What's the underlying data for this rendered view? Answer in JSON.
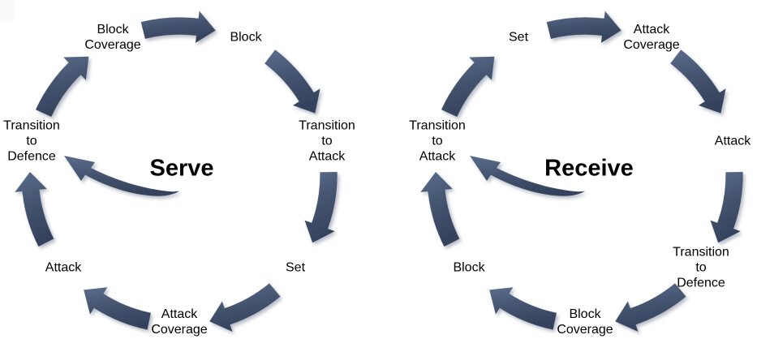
{
  "figure": {
    "background_color": "#ffffff",
    "arrow_gradient_light": "#5b6d8e",
    "arrow_gradient_dark": "#35425d",
    "arrow_outline": "#394a66",
    "text_color": "#000000"
  },
  "diagrams": [
    {
      "title": "Serve",
      "stages": [
        {
          "label": "Block Coverage",
          "lines": [
            "Block",
            "Coverage"
          ]
        },
        {
          "label": "Block",
          "lines": [
            "Block"
          ]
        },
        {
          "label": "Transition to Attack",
          "lines": [
            "Transition",
            "to",
            "Attack"
          ]
        },
        {
          "label": "Set",
          "lines": [
            "Set"
          ]
        },
        {
          "label": "Attack Coverage",
          "lines": [
            "Attack",
            "Coverage"
          ]
        },
        {
          "label": "Attack",
          "lines": [
            "Attack"
          ]
        },
        {
          "label": "Transition to Defence",
          "lines": [
            "Transition",
            "to",
            "Defence"
          ]
        }
      ],
      "entry_arrow_target": "Transition to Defence"
    },
    {
      "title": "Receive",
      "stages": [
        {
          "label": "Set",
          "lines": [
            "Set"
          ]
        },
        {
          "label": "Attack Coverage",
          "lines": [
            "Attack",
            "Coverage"
          ]
        },
        {
          "label": "Attack",
          "lines": [
            "Attack"
          ]
        },
        {
          "label": "Transition to Defence",
          "lines": [
            "Transition",
            "to",
            "Defence"
          ]
        },
        {
          "label": "Block Coverage",
          "lines": [
            "Block",
            "Coverage"
          ]
        },
        {
          "label": "Block",
          "lines": [
            "Block"
          ]
        },
        {
          "label": "Transition to Attack",
          "lines": [
            "Transition",
            "to",
            "Attack"
          ]
        }
      ],
      "entry_arrow_target": "Transition to Attack"
    }
  ]
}
